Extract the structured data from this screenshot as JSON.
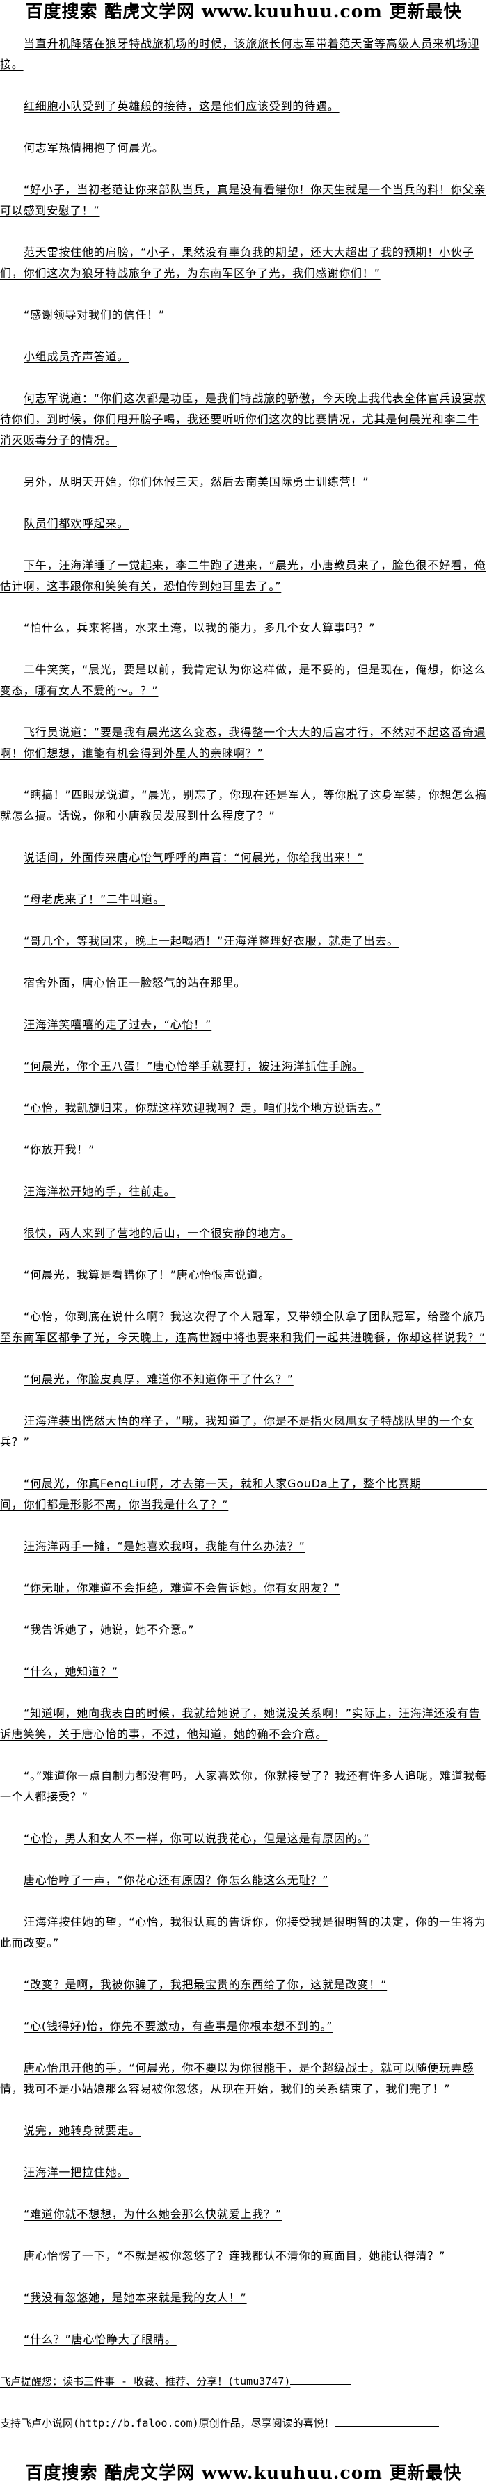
{
  "banner": {
    "text": "百度搜索 酷虎文学网 www.kuuhuu.com 更新最快"
  },
  "paragraphs": [
    "当直升机降落在狼牙特战旅机场的时候，该旅旅长何志军带着范天雷等高级人员来机场迎接。",
    "红细胞小队受到了英雄般的接待，这是他们应该受到的待遇。",
    "何志军热情拥抱了何晨光。",
    "“好小子，当初老范让你来部队当兵，真是没有看错你！你天生就是一个当兵的料！你父亲可以感到安慰了！”",
    "范天雷按住他的肩膀，“小子，果然没有辜负我的期望，还大大超出了我的预期！小伙子们，你们这次为狼牙特战旅争了光，为东南军区争了光，我们感谢你们！”",
    "“感谢领导对我们的信任！”",
    "小组成员齐声答道。",
    "何志军说道：“你们这次都是功臣，是我们特战旅的骄傲，今天晚上我代表全体官兵设宴款待你们，到时候，你们甩开膀子喝，我还要听听你们这次的比赛情况，尤其是何晨光和李二牛消灭贩毒分子的情况。",
    "另外，从明天开始，你们休假三天，然后去南美国际勇士训练营！”",
    "队员们都欢呼起来。",
    "下午，汪海洋睡了一觉起来，李二牛跑了进来，“晨光，小唐教员来了，脸色很不好看，俺估计啊，这事跟你和笑笑有关，恐怕传到她耳里去了。”",
    "“怕什么，兵来将挡，水来土淹，以我的能力，多几个女人算事吗？”",
    "二牛笑笑，“晨光，要是以前，我肯定认为你这样做，是不妥的，但是现在，俺想，你这么变态，哪有女人不爱的～。？”",
    "飞行员说道：“要是我有晨光这么变态，我得整一个大大的后宫才行，不然对不起这番奇遇啊！你们想想，谁能有机会得到外星人的亲睐啊？”",
    "“瞎搞！”四眼龙说道，“晨光，别忘了，你现在还是军人，等你脱了这身军装，你想怎么搞就怎么搞。话说，你和小唐教员发展到什么程度了？”",
    "说话间，外面传来唐心怡气呼呼的声音：“何晨光，你给我出来！”",
    "“母老虎来了！”二牛叫道。",
    "“哥几个，等我回来，晚上一起喝酒！”汪海洋整理好衣服，就走了出去。",
    "宿舍外面，唐心怡正一脸怒气的站在那里。",
    "汪海洋笑嘻嘻的走了过去，“心怡！”",
    "“何晨光，你个王八蛋！”唐心怡举手就要打，被汪海洋抓住手腕。",
    "“心怡，我凯旋归来，你就这样欢迎我啊？走，咱们找个地方说话去。”",
    "“你放开我！”",
    "汪海洋松开她的手，往前走。",
    "很快，两人来到了营地的后山，一个很安静的地方。",
    "“何晨光，我算是看错你了！”唐心怡恨声说道。",
    "“心怡，你到底在说什么啊？我这次得了个人冠军，又带领全队拿了团队冠军，给整个旅乃至东南军区都争了光，今天晚上，连高世巍中将也要来和我们一起共进晚餐，你却这样说我？”",
    "“何晨光，你脸皮真厚，难道你不知道你干了什么？”",
    "汪海洋装出恍然大悟的样子，“哦，我知道了，你是不是指火凤凰女子特战队里的一个女兵？”",
    "“何晨光，你真FengLiu啊，才去第一天，就和人家GouDa上了，整个比赛期　　　　　　间，你们都是形影不离，你当我是什么了？”",
    "汪海洋两手一摊，“是她喜欢我啊，我能有什么办法？”",
    "“你无耻，你难道不会拒绝，难道不会告诉她，你有女朋友？”",
    "“我告诉她了，她说，她不介意。”",
    "“什么，她知道？”",
    "“知道啊，她向我表白的时候，我就给她说了，她说没关系啊！”实际上，汪海洋还没有告诉唐笑笑，关于唐心怡的事，不过，他知道，她的确不会介意。",
    "“。”难道你一点自制力都没有吗，人家喜欢你，你就接受了？我还有许多人追呢，难道我每一个人都接受？”",
    "“心怡，男人和女人不一样，你可以说我花心，但是这是有原因的。”",
    "唐心怡哼了一声，“你花心还有原因？你怎么能这么无耻？”",
    "汪海洋按住她的望，“心怡，我很认真的告诉你，你接受我是很明智的决定，你的一生将为此而改变。”",
    "“改变？是啊，我被你骗了，我把最宝贵的东西给了你，这就是改变！”",
    "“心(钱得好)怡，你先不要激动，有些事是你根本想不到的。”",
    "唐心怡甩开他的手，“何晨光，你不要以为你很能干，是个超级战士，就可以随便玩弄感情，我可不是小姑娘那么容易被你忽悠，从现在开始，我们的关系结束了，我们完了！”",
    "说完，她转身就要走。",
    "汪海洋一把拉住她。",
    "“难道你就不想想，为什么她会那么快就爱上我？”",
    "唐心怡愣了一下，“不就是被你忽悠了？连我都认不清你的真面目，她能认得清？”",
    "“我没有忽悠她，是她本来就是我的女人！”",
    "“什么？”唐心怡睁大了眼睛。"
  ],
  "footer": {
    "reminder": "飞卢提醒您：读书三件事 - 收藏、推荐、分享！(tumu3747)",
    "support": "支持飞卢小说网(http://b.faloo.com)原创作品，尽享阅读的喜悦！"
  }
}
